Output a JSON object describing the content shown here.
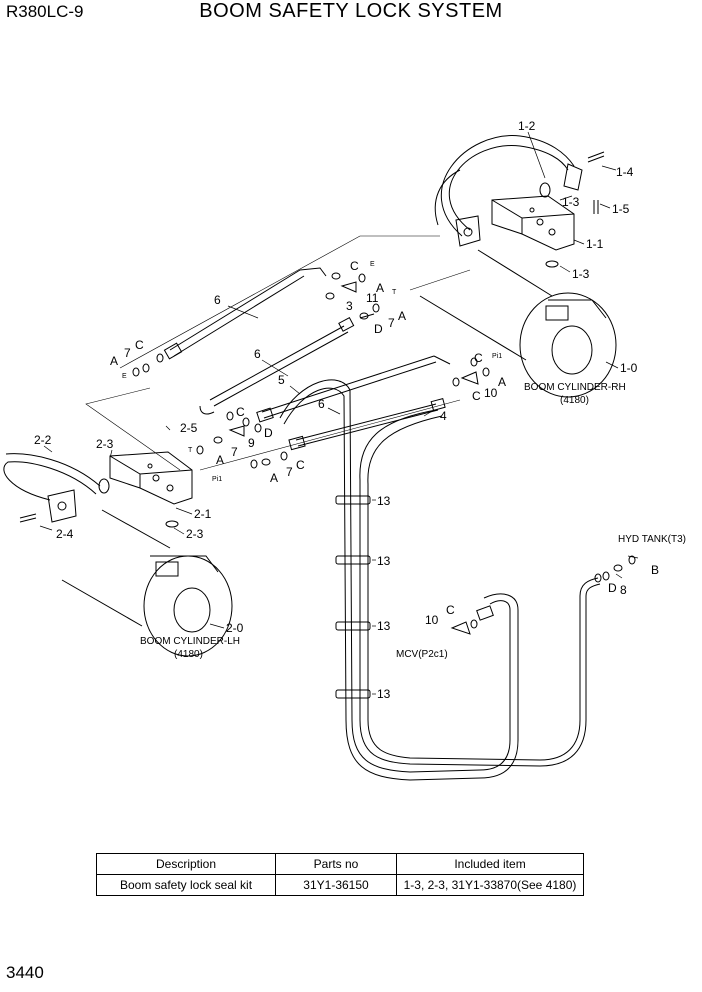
{
  "header": {
    "model": "R380LC-9",
    "title": "BOOM SAFETY LOCK SYSTEM"
  },
  "page_number": "3440",
  "callouts": {
    "c1_2": "1-2",
    "c1_4": "1-4",
    "c1_3a": "1-3",
    "c1_5": "1-5",
    "c1_1": "1-1",
    "c1_3b": "1-3",
    "c1_0": "1-0",
    "c2_2": "2-2",
    "c2_3a": "2-3",
    "c2_5": "2-5",
    "c2_1": "2-1",
    "c2_3b": "2-3",
    "c2_4": "2-4",
    "c2_0": "2-0",
    "c3": "3",
    "c4": "4",
    "c5": "5",
    "c6a": "6",
    "c6b": "6",
    "c6c": "6",
    "c7a": "7",
    "c7b": "7",
    "c7c": "7",
    "c7d": "7",
    "c8": "8",
    "c9": "9",
    "c10a": "10",
    "c10b": "10",
    "c11": "11",
    "c13a": "13",
    "c13b": "13",
    "c13c": "13",
    "c13d": "13",
    "port_a1": "A",
    "port_a2": "A",
    "port_a3": "A",
    "port_a4": "A",
    "port_a5": "A",
    "port_a6": "A",
    "port_b": "B",
    "port_c1": "C",
    "port_c2": "C",
    "port_c3": "C",
    "port_c4": "C",
    "port_c5": "C",
    "port_c6": "C",
    "port_c7": "C",
    "port_d1": "D",
    "port_d2": "D",
    "port_d3": "D",
    "tag_e1": "E",
    "tag_e2": "E",
    "tag_t1": "T",
    "tag_t2": "T",
    "tag_pi1a": "Pi1",
    "tag_pi1b": "Pi1"
  },
  "captions": {
    "cyl_rh": "BOOM CYLINDER-RH",
    "cyl_rh_ref": "(4180)",
    "cyl_lh": "BOOM CYLINDER-LH",
    "cyl_lh_ref": "(4180)",
    "hyd_tank": "HYD TANK(T3)",
    "mcv": "MCV(P2c1)"
  },
  "table": {
    "headers": [
      "Description",
      "Parts no",
      "Included item"
    ],
    "rows": [
      [
        "Boom safety lock seal kit",
        "31Y1-36150",
        "1-3, 2-3, 31Y1-33870(See 4180)"
      ]
    ]
  }
}
